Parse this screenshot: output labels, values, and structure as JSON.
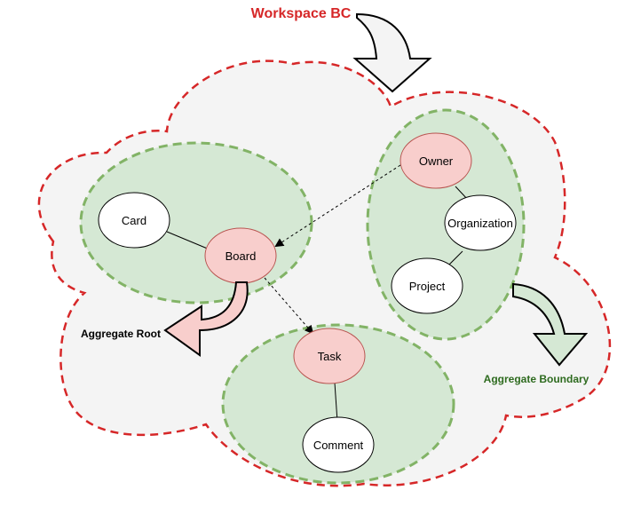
{
  "title": "Workspace BC",
  "labels": {
    "aggregate_root": "Aggregate Root",
    "aggregate_boundary": "Aggregate Boundary"
  },
  "nodes": {
    "card": "Card",
    "board": "Board",
    "owner": "Owner",
    "organization": "Organization",
    "project": "Project",
    "task": "Task",
    "comment": "Comment"
  },
  "colors": {
    "context_border": "#d62728",
    "context_fill": "#f4f4f4",
    "aggregate_border": "#82b366",
    "aggregate_fill": "#d5e8d4",
    "root_fill": "#f8cecc",
    "root_border": "#b85450",
    "entity_fill": "#ffffff",
    "boundary_label": "#2e6b1f",
    "title": "#d62728"
  }
}
